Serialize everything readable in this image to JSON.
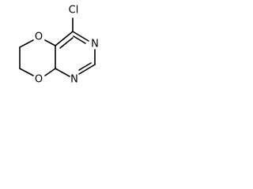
{
  "molecule": {
    "atoms": {
      "chlorine": "Cl",
      "ring_nitrogen_top": "N",
      "ring_nitrogen_bottom": "N",
      "ether_oxygen_top": "O",
      "ether_oxygen_bottom": "O"
    },
    "colors": {
      "bond": "#000000",
      "label": "#000000",
      "background": "#ffffff"
    }
  }
}
